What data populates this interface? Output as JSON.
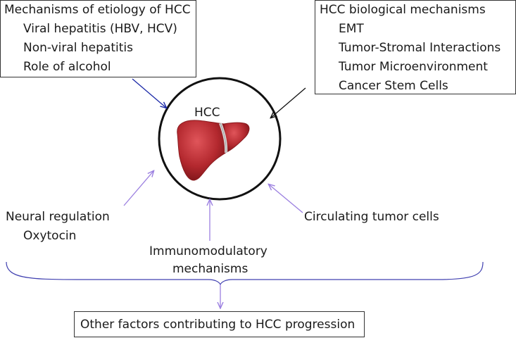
{
  "etiology": {
    "title": "Mechanisms of etiology of HCC",
    "items": [
      "Viral hepatitis (HBV, HCV)",
      "Non-viral hepatitis",
      "Role of alcohol"
    ]
  },
  "biological": {
    "title": "HCC biological mechanisms",
    "items": [
      "EMT",
      "Tumor-Stromal Interactions",
      "Tumor Microenvironment",
      "Cancer Stem Cells"
    ]
  },
  "center": {
    "label": "HCC",
    "icon": "liver-icon"
  },
  "neural": {
    "title": "Neural regulation",
    "item": "Oxytocin"
  },
  "circulating": {
    "label": "Circulating tumor cells"
  },
  "immuno": {
    "line1": "Immunomodulatory",
    "line2": "mechanisms"
  },
  "bottom": {
    "label": "Other factors contributing to HCC progression"
  },
  "colors": {
    "arrow_blue": "#1c2aa8",
    "arrow_black": "#111111",
    "arrow_purple": "#9b7fe0",
    "brace": "#4040b0",
    "liver": "#b3282e"
  }
}
